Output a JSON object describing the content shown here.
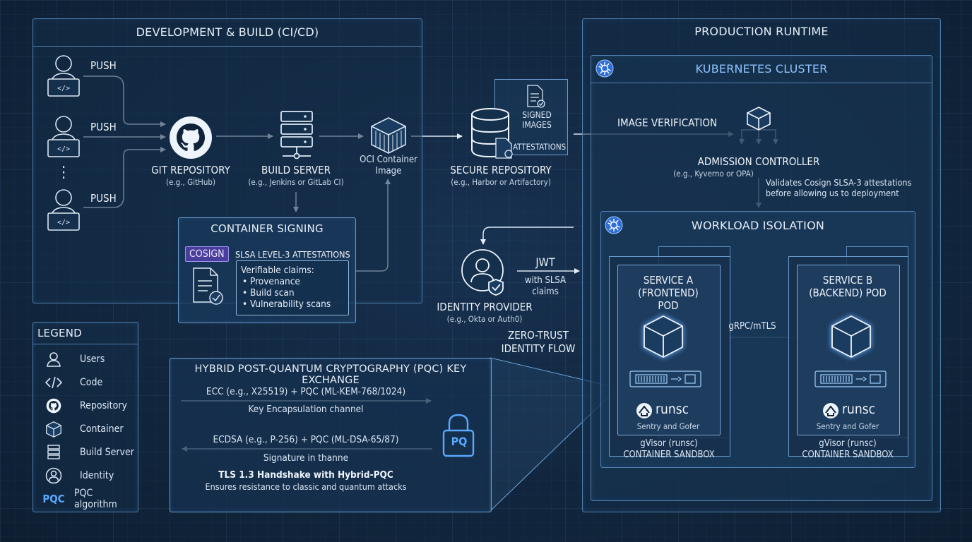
{
  "dev_build": {
    "title": "DEVELOPMENT & BUILD (CI/CD)",
    "push_labels": [
      "PUSH",
      "PUSH",
      "PUSH"
    ],
    "ellipsis": "⋮",
    "git_repo": {
      "title": "GIT REPOSITORY",
      "subtitle": "(e.g., GitHub)"
    },
    "build_server": {
      "title": "BUILD SERVER",
      "subtitle": "(e.g., Jenkins or GitLab CI)"
    },
    "oci_image": {
      "line1": "OCI Container",
      "line2": "Image"
    },
    "signing": {
      "title": "CONTAINER SIGNING",
      "cosign_badge": "COSIGN",
      "attestations": "SLSA LEVEL-3 ATTESTATIONS",
      "claims_title": "Verifiable claims:",
      "claims": [
        "Provenance",
        "Build scan",
        "Vulnerability scans"
      ]
    }
  },
  "secure_repo": {
    "title": "SECURE REPOSITORY",
    "subtitle": "(e.g., Harbor or Artifactory)",
    "signed_line1": "SIGNED",
    "signed_line2": "IMAGES",
    "attestations": "ATTESTATIONS"
  },
  "identity": {
    "title": "IDENTITY PROVIDER",
    "subtitle": "(e.g., Okta or Auth0)",
    "jwt": "JWT",
    "jwt_sub1": "with SLSA",
    "jwt_sub2": "claims",
    "zero_trust1": "ZERO-TRUST",
    "zero_trust2": "IDENTITY FLOW"
  },
  "production": {
    "title": "PRODUCTION RUNTIME",
    "cluster_title": "KUBERNETES CLUSTER",
    "image_verification": "IMAGE VERIFICATION",
    "admission": {
      "title": "ADMISSION CONTROLLER",
      "subtitle": "(e.g., Kyverno or OPA)",
      "note1": "Validates Cosign SLSA-3 attestations",
      "note2": "before allowing us to deployment"
    },
    "workload_title": "WORKLOAD ISOLATION",
    "grpc": "gRPC/mTLS",
    "pods": [
      {
        "line1": "SERVICE A",
        "line2": "(FRONTEND)",
        "line3": "POD",
        "runsc": "runsc",
        "sentry": "Sentry and Gofer",
        "sandbox1": "gVisor (runsc)",
        "sandbox2": "CONTAINER SANDBOX"
      },
      {
        "line1": "SERVICE B",
        "line2": "(BACKEND) POD",
        "line3": "",
        "runsc": "runsc",
        "sentry": "Sentry and Gofer",
        "sandbox1": "gVisor (runsc)",
        "sandbox2": "CONTAINER SANDBOX"
      }
    ]
  },
  "legend": {
    "title": "LEGEND",
    "items": [
      {
        "icon": "user-icon",
        "label": "Users"
      },
      {
        "icon": "code-icon",
        "label": "Code"
      },
      {
        "icon": "github-icon",
        "label": "Repository"
      },
      {
        "icon": "container-icon",
        "label": "Container"
      },
      {
        "icon": "server-icon",
        "label": "Build Server"
      },
      {
        "icon": "identity-icon",
        "label": "Identity"
      },
      {
        "icon": "pqc-icon",
        "label": "PQC algorithm",
        "badge": "PQC"
      }
    ]
  },
  "pqc": {
    "title": "HYBRID POST-QUANTUM CRYPTOGRAPHY (PQC) KEY EXCHANGE",
    "ecc": "ECC (e.g., X25519) + PQC (ML-KEM-768/1024)",
    "kem_channel": "Key Encapsulation channel",
    "ecdsa": "ECDSA (e.g., P-256) + PQC (ML-DSA-65/87)",
    "signature_channel": "Signature in thanne",
    "tls_title": "TLS 1.3 Handshake with Hybrid-PQC",
    "tls_sub": "Ensures resistance to classic and quantum attacks",
    "lock_badge": "PQ"
  },
  "colors": {
    "accent": "#4f7fae",
    "line": "#dbe7f5",
    "cosign": "#5b4fb8",
    "pqc": "#5aa8ff"
  }
}
